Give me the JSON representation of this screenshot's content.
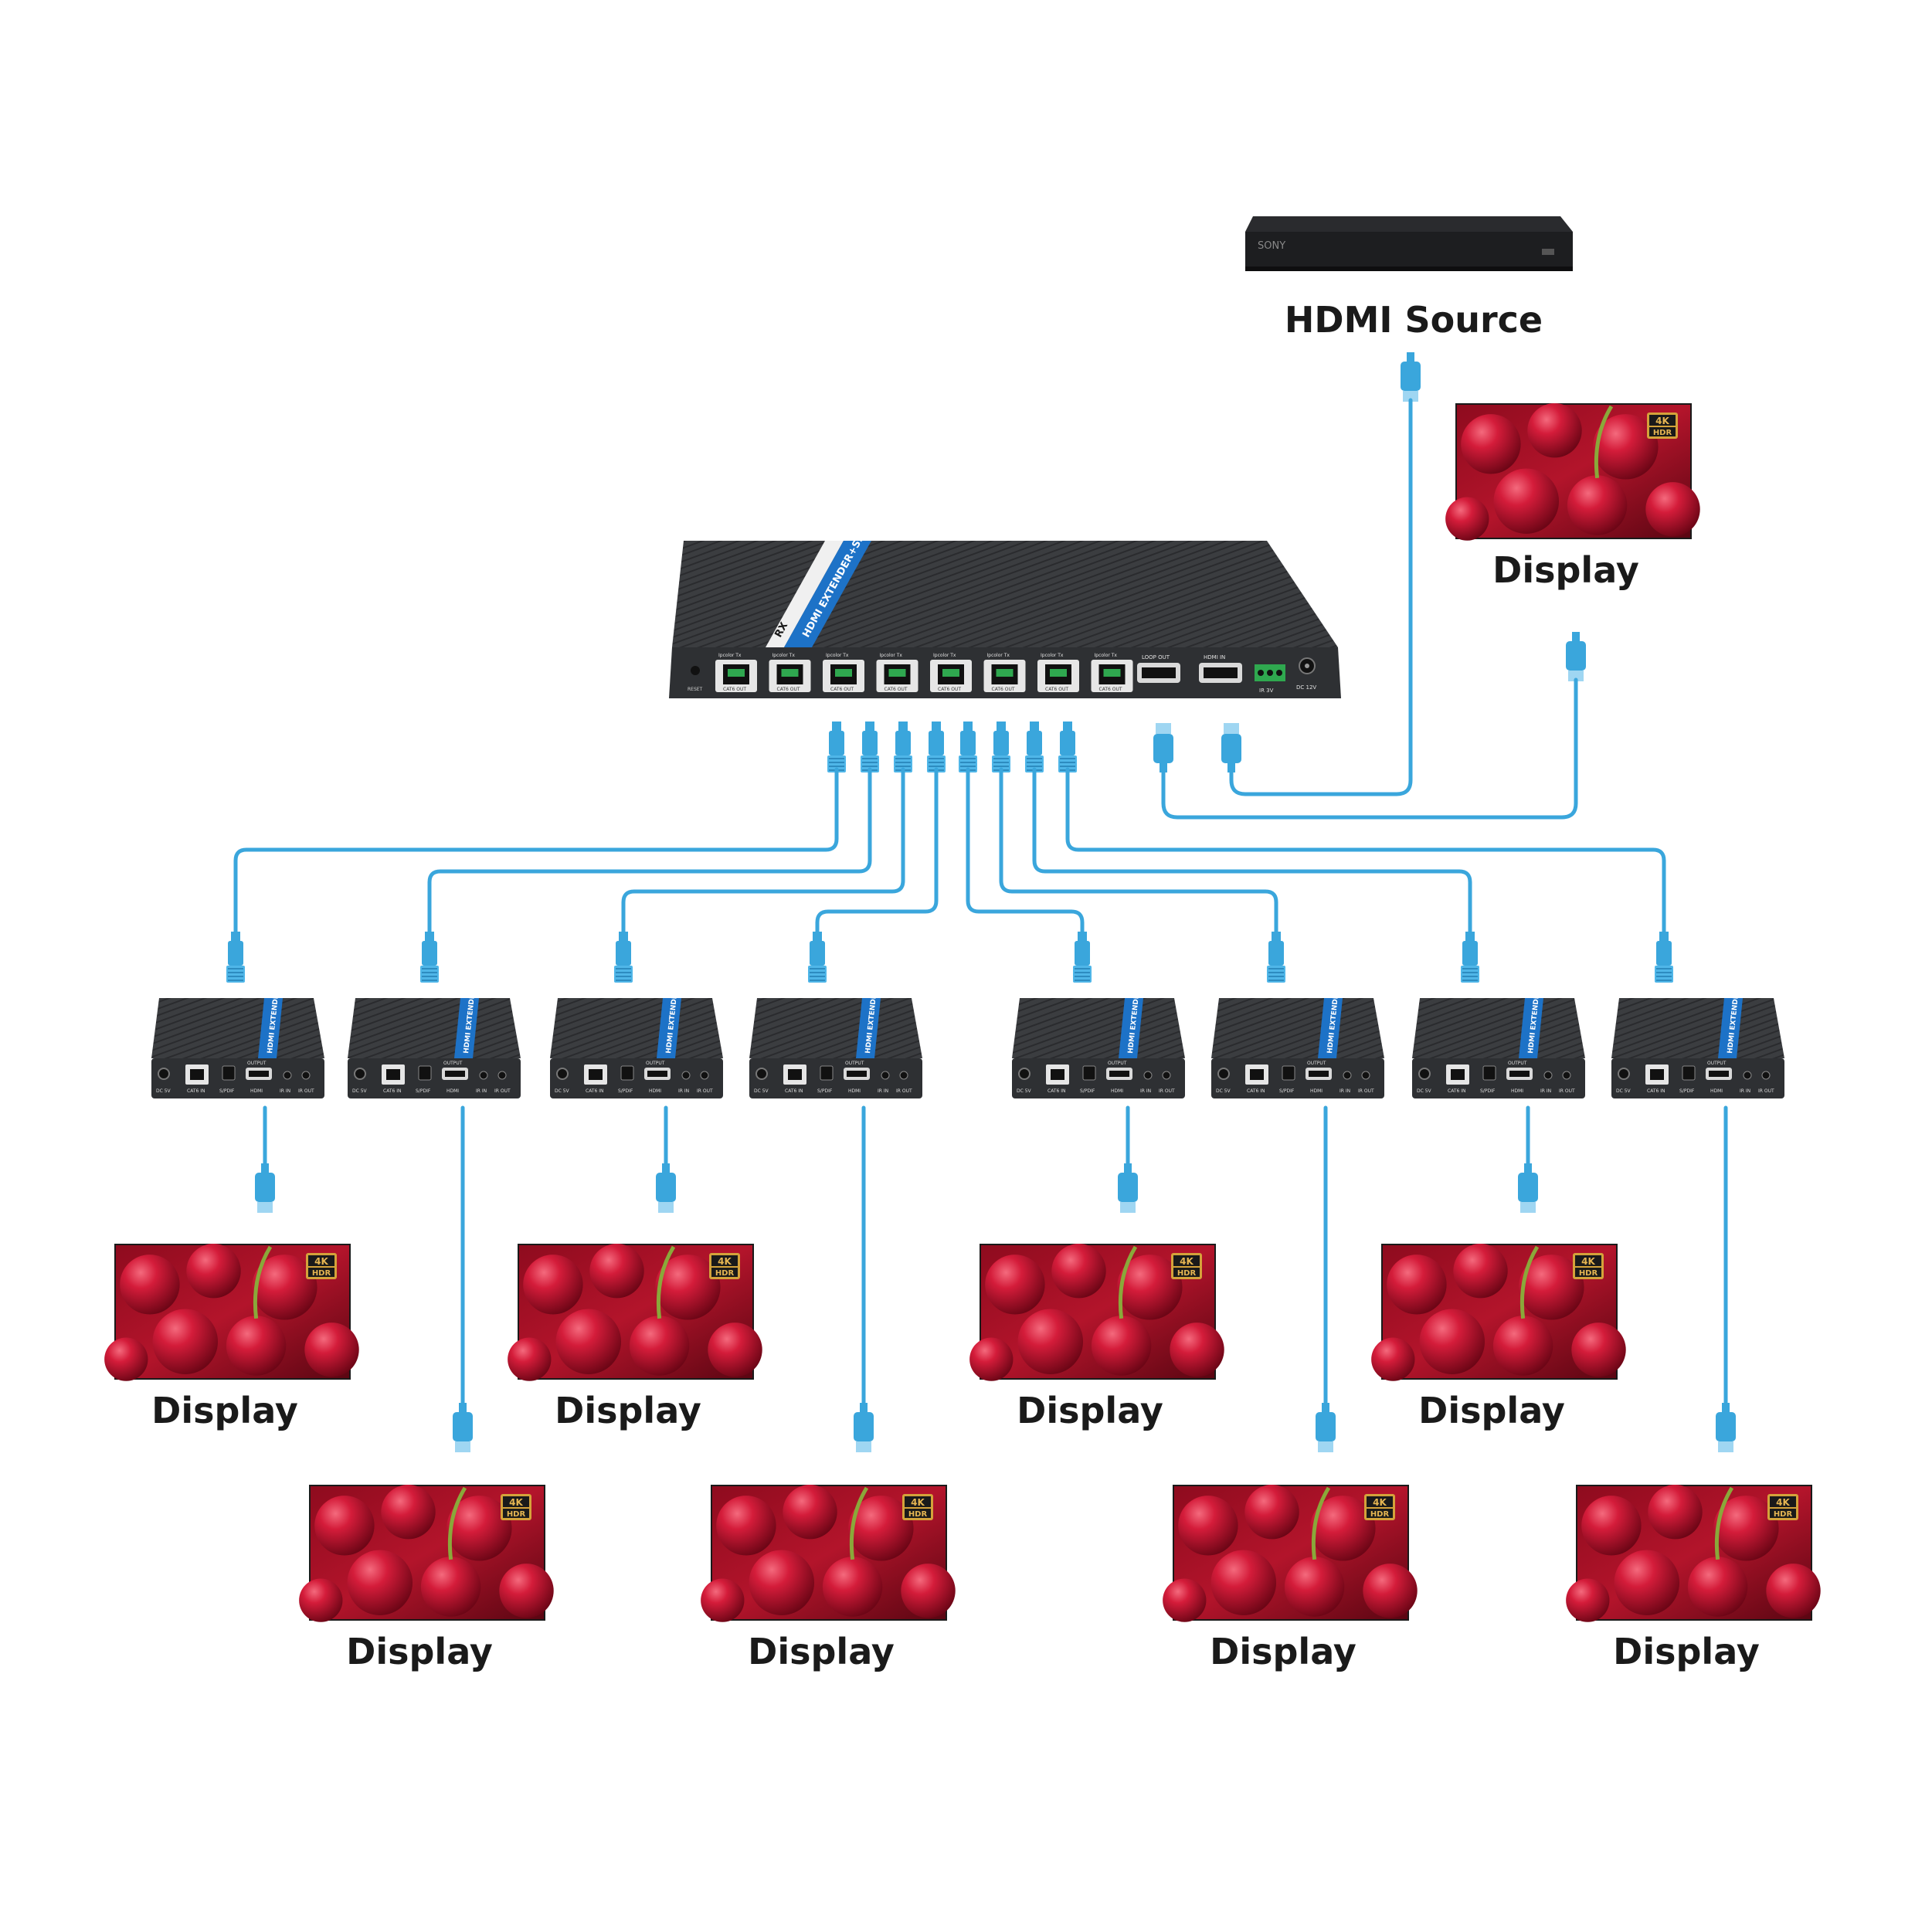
{
  "source": {
    "label": "HDMI Source",
    "brand": "SONY"
  },
  "transmitter": {
    "badge_model": "RX",
    "badge_title": "HDMI EXTENDER+SPLITTER",
    "reset_label": "RESET",
    "port_top_label": "Ipcolor Tx",
    "port_bottom_label": "CAT6 OUT",
    "loop_out_label": "LOOP OUT",
    "hdmi_in_label": "HDMI IN",
    "ir_label": "IR 3V",
    "dc_label": "DC 12V",
    "cat_port_count": 8
  },
  "receiver": {
    "badge_title": "HDMI EXTENDER",
    "dc_label": "DC 5V",
    "cat_label": "CAT6 IN",
    "spdif_label": "S/PDIF",
    "hdmi_label": "HDMI",
    "ir_in_label": "IR IN",
    "ir_out_label": "IR OUT",
    "output_label": "OUTPUT"
  },
  "display": {
    "label": "Display",
    "badge_4k": "4K",
    "badge_hdr": "HDR"
  },
  "colors": {
    "cable": "#3aa6dc",
    "device_body": "#3b3d40",
    "device_dark": "#1e1f21",
    "badge_blue": "#1d72c7",
    "text": "#1a1a1a"
  }
}
